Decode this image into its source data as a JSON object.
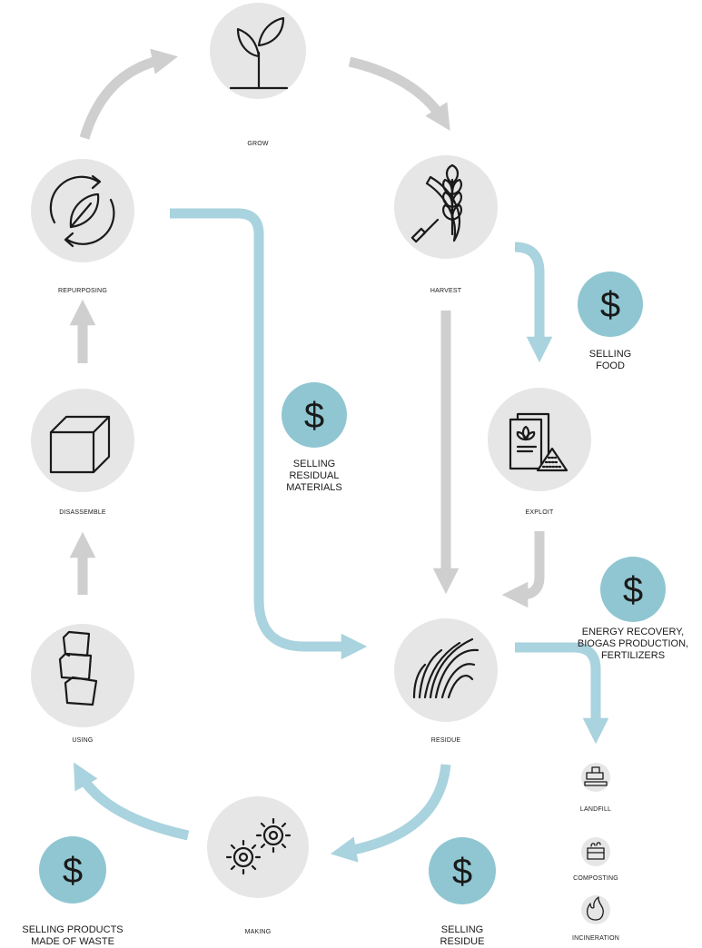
{
  "stages": {
    "grow": "GROW",
    "harvest": "HARVEST",
    "exploit": "EXPLOIT",
    "residue": "RESIDUE",
    "making": "MAKING",
    "using": "USING",
    "disassemble": "DISASSEMBLE",
    "repurposing": "REPURPOSING"
  },
  "value_streams": {
    "selling_food": [
      "SELLING",
      "FOOD"
    ],
    "selling_residual_materials": [
      "SELLING",
      "RESIDUAL",
      "MATERIALS"
    ],
    "energy_recovery": [
      "ENERGY RECOVERY,",
      "BIOGAS PRODUCTION,",
      "FERTILIZERS"
    ],
    "selling_residue": [
      "SELLING",
      "RESIDUE"
    ],
    "selling_products_made_of_waste": [
      "SELLING PRODUCTS",
      "MADE OF WASTE"
    ]
  },
  "disposal": {
    "landfill": "LANDFILL",
    "composting": "COMPOSTING",
    "incineration": "INCINERATION"
  },
  "currency_symbol": "$",
  "colors": {
    "circle_grey": "#e6e6e6",
    "arrow_grey": "#cfcfcf",
    "arrow_blue": "#a9d3de",
    "dollar_teal": "#8fc6d2",
    "ink": "#1a1a1a"
  }
}
